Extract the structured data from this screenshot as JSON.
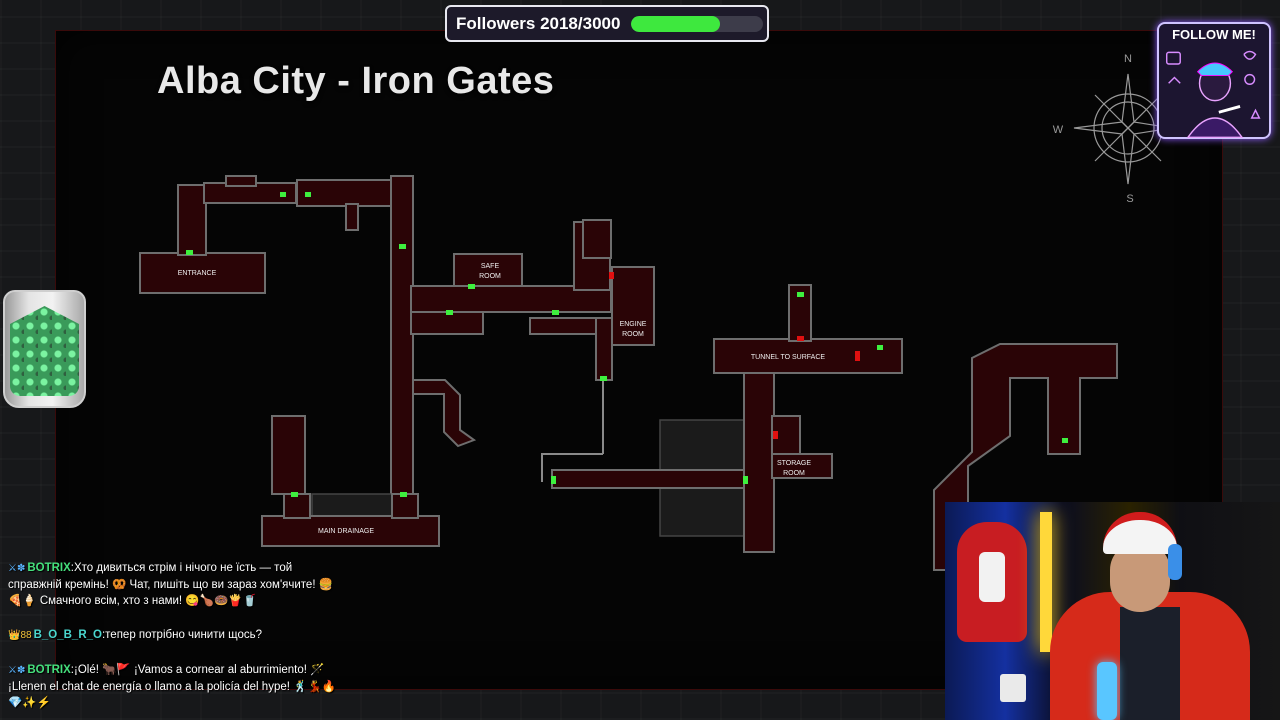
{
  "overlay": {
    "followers_label": "Followers 2018/3000",
    "followers_current": 2018,
    "followers_goal": 3000,
    "followers_fraction": 0.6727,
    "follow_card_title": "FOLLOW ME!",
    "accent_color": "#3ee83e"
  },
  "map": {
    "title": "Alba City - Iron Gates",
    "rooms": {
      "entrance": "ENTRANCE",
      "safe_room_line1": "SAFE",
      "safe_room_line2": "ROOM",
      "engine_room_line1": "ENGINE",
      "engine_room_line2": "ROOM",
      "tunnel": "TUNNEL TO SURFACE",
      "storage_room_line1": "STORAGE",
      "storage_room_line2": "ROOM",
      "main_drainage": "MAIN DRAINAGE"
    },
    "compass": {
      "n": "N",
      "s": "S",
      "w": "W"
    },
    "colors": {
      "room_fill": "#2a0406",
      "room_stroke": "#6e6e6e",
      "door_unlocked": "#3ef03e",
      "door_locked": "#e01010"
    }
  },
  "chat": {
    "messages": [
      {
        "user": "BOTRIX",
        "user_color": "#45e07c",
        "badge": "⚔✽",
        "text": "Хто дивиться стрім і нічого не їсть — той справжній кремінь! 🥨 Чат, пишіть що ви зараз хом'ячите! 🍔🍕🍦 Смачного всім, хто з нами! 😋🍗🍩🍟🥤"
      },
      {
        "user": "B_O_B_R_O",
        "user_color": "#4ad8d0",
        "badge": "👑88",
        "text": "тепер потрібно чинити щось?"
      },
      {
        "user": "BOTRIX",
        "user_color": "#45e07c",
        "badge": "⚔✽",
        "text": "¡Olé! 🐂🚩 ¡Vamos a cornear al aburrimiento! 🪄 ¡Llenen el chat de energía o llamo a la policía del hype! 🕺💃🔥💎✨⚡"
      }
    ]
  }
}
